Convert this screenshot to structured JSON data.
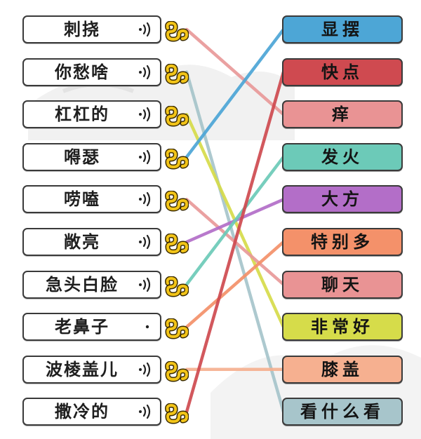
{
  "left_items": [
    {
      "text": "刺挠",
      "audio_icon": "sound-waves-icon"
    },
    {
      "text": "你愁啥",
      "audio_icon": "sound-waves-icon"
    },
    {
      "text": "杠杠的",
      "audio_icon": "sound-waves-icon"
    },
    {
      "text": "嘚瑟",
      "audio_icon": "sound-waves-icon"
    },
    {
      "text": "唠嗑",
      "audio_icon": "sound-waves-icon"
    },
    {
      "text": "敞亮",
      "audio_icon": "sound-waves-icon"
    },
    {
      "text": "急头白脸",
      "audio_icon": "sound-waves-icon"
    },
    {
      "text": "老鼻子",
      "audio_icon": "sound-dot-icon"
    },
    {
      "text": "波棱盖儿",
      "audio_icon": "sound-waves-icon"
    },
    {
      "text": "撒冷的",
      "audio_icon": "sound-waves-icon"
    }
  ],
  "right_items": [
    {
      "text": "显摆",
      "color": "#4da6d6"
    },
    {
      "text": "快点",
      "color": "#cf4a50"
    },
    {
      "text": "痒",
      "color": "#e99394"
    },
    {
      "text": "发火",
      "color": "#6ccab8"
    },
    {
      "text": "大方",
      "color": "#b36ec8"
    },
    {
      "text": "特别多",
      "color": "#f4916a"
    },
    {
      "text": "聊天",
      "color": "#e99394"
    },
    {
      "text": "非常好",
      "color": "#d6dc4a"
    },
    {
      "text": "膝盖",
      "color": "#f6b090"
    },
    {
      "text": "看什么看",
      "color": "#a7c5cb"
    }
  ],
  "connections": [
    {
      "from": 0,
      "to": 2,
      "color": "#e99a9a"
    },
    {
      "from": 1,
      "to": 9,
      "color": "#a7c5cb"
    },
    {
      "from": 2,
      "to": 7,
      "color": "#d6dc4a"
    },
    {
      "from": 3,
      "to": 0,
      "color": "#4da6d6"
    },
    {
      "from": 4,
      "to": 6,
      "color": "#e99a9a"
    },
    {
      "from": 5,
      "to": 4,
      "color": "#b36ec8"
    },
    {
      "from": 6,
      "to": 3,
      "color": "#6ccab8"
    },
    {
      "from": 7,
      "to": 5,
      "color": "#f4916a"
    },
    {
      "from": 8,
      "to": 8,
      "color": "#f6b090"
    },
    {
      "from": 9,
      "to": 1,
      "color": "#cf4a50"
    }
  ],
  "hook_icon": "gold-hook-icon",
  "colors": {
    "card_border": "#3a3a3a",
    "hook_gold": "#f2c418",
    "hook_outline": "#3a2a00"
  }
}
